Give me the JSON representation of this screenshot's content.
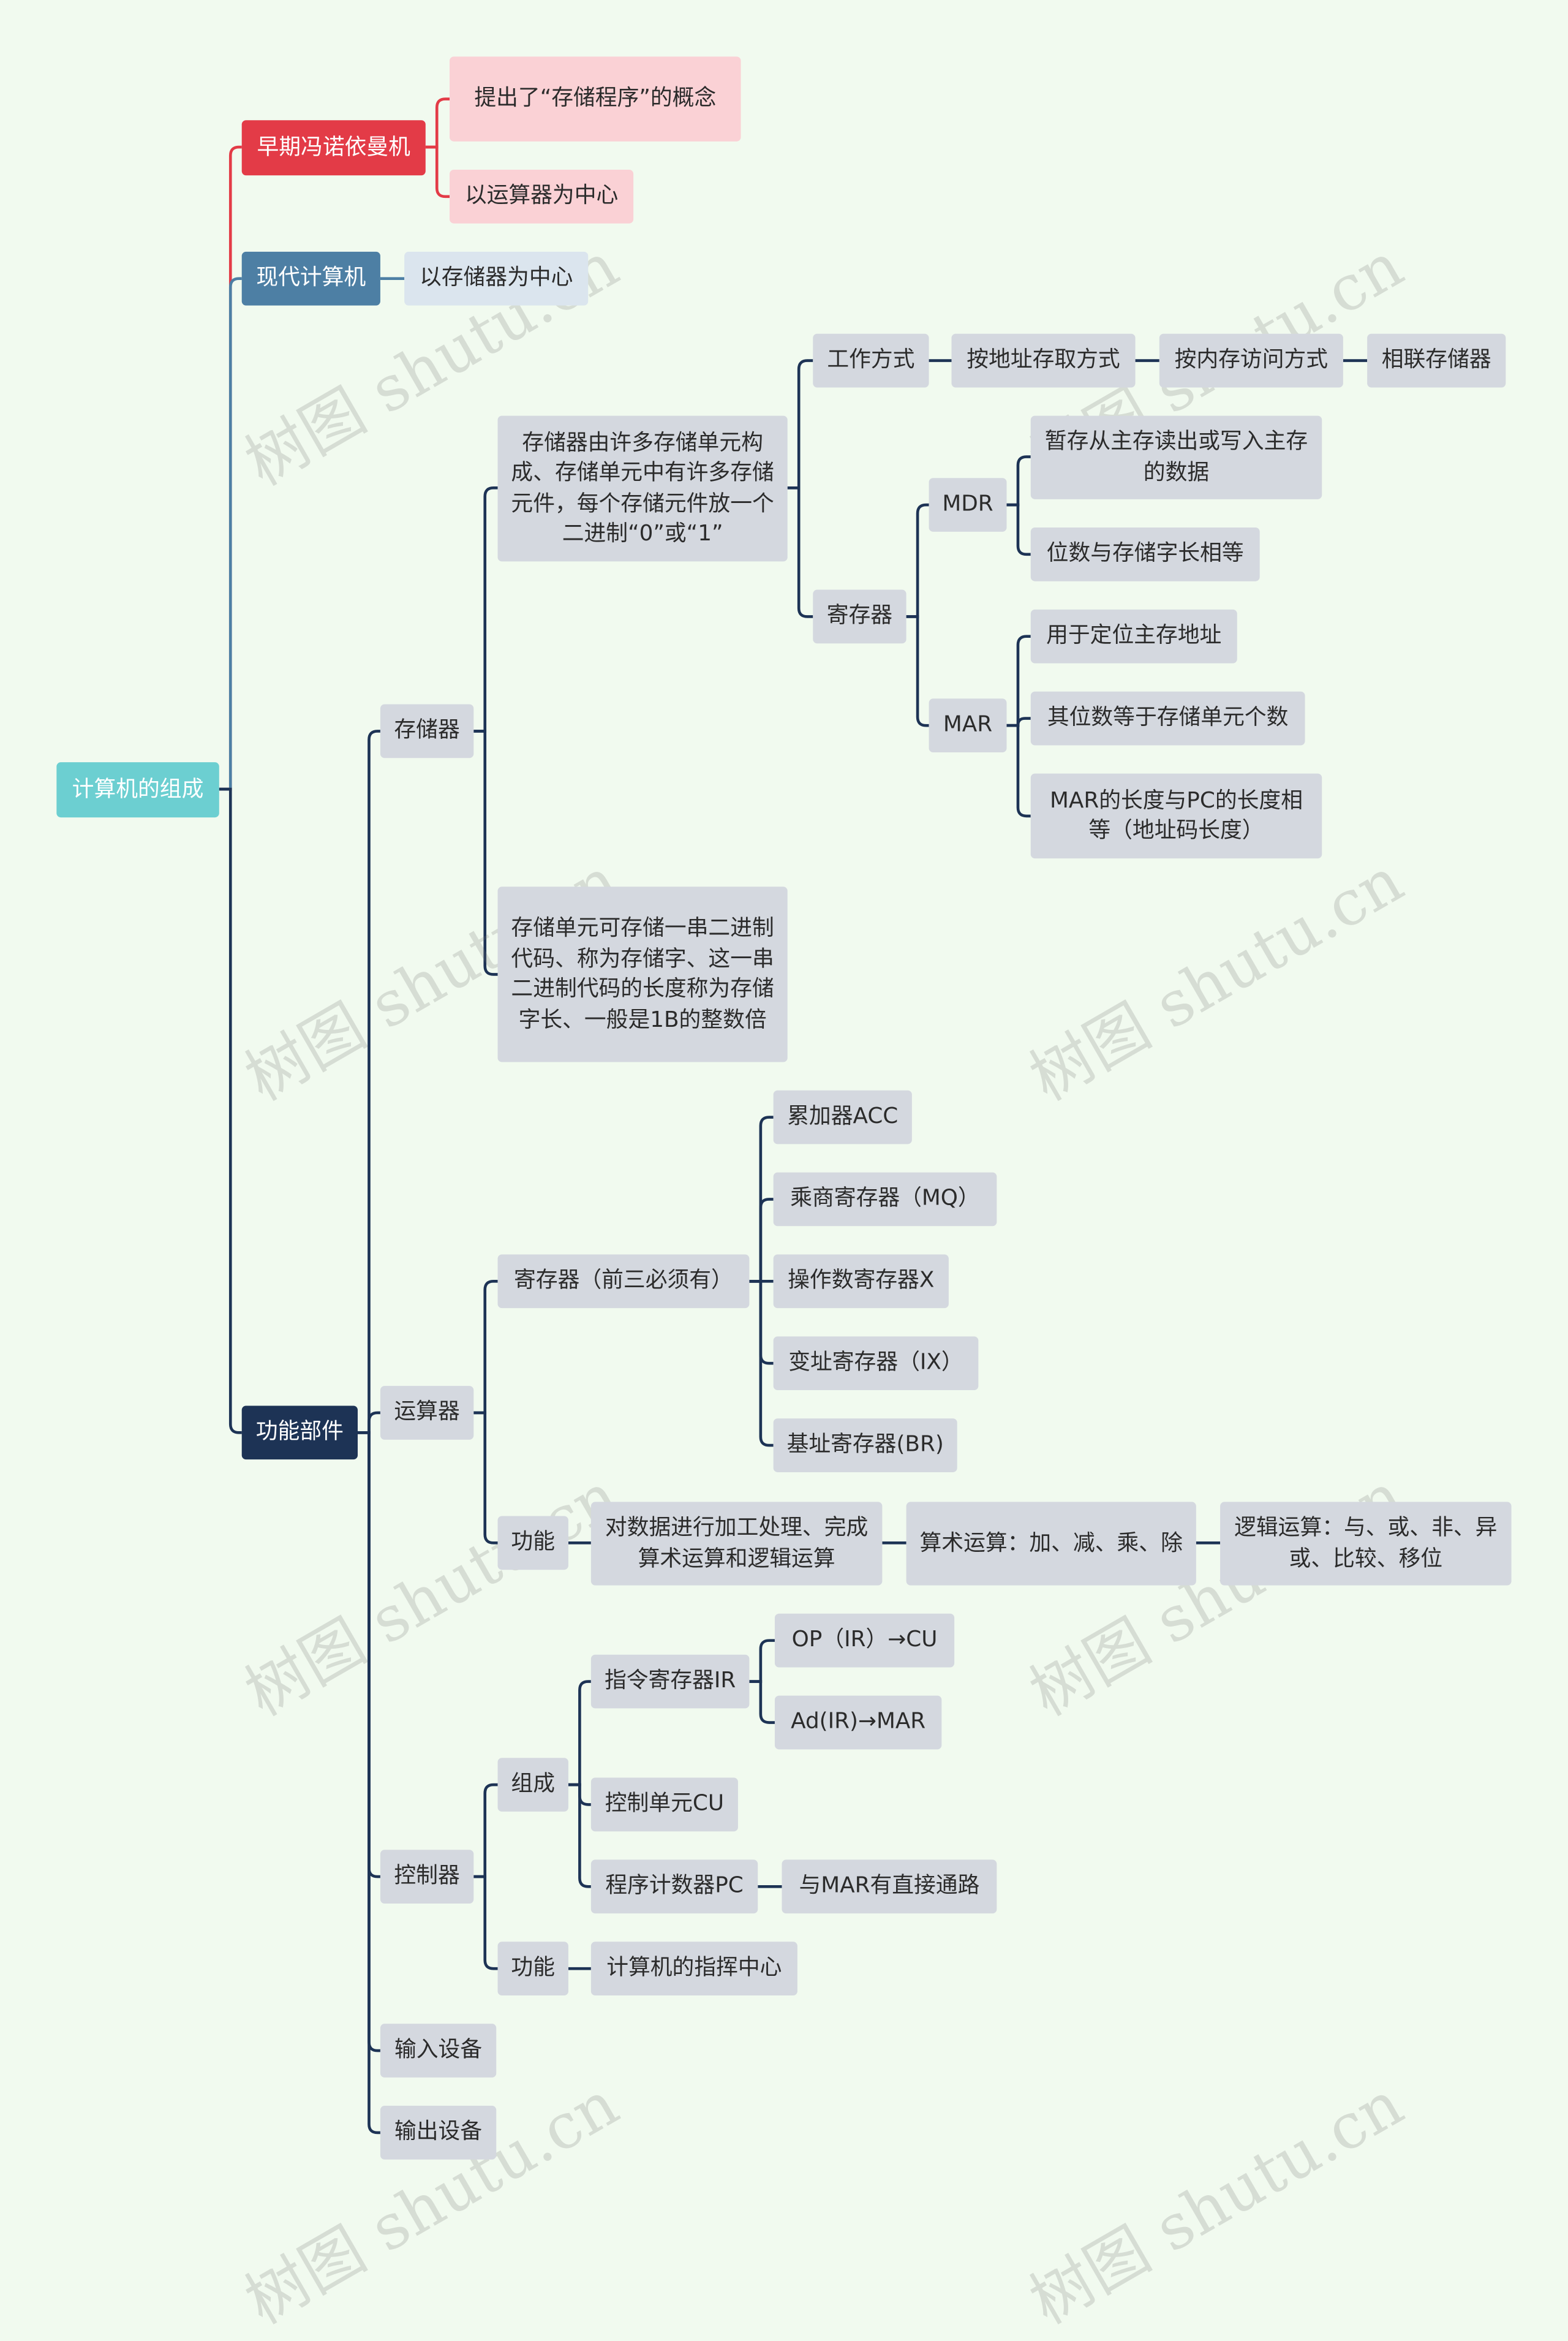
{
  "root": "计算机的组成",
  "early": {
    "label": "早期冯诺依曼机",
    "items": [
      "提出了“存储程序”的概念",
      "以运算器为中心"
    ]
  },
  "modern": {
    "label": "现代计算机",
    "item": "以存储器为中心"
  },
  "functional": {
    "label": "功能部件",
    "memory": {
      "label": "存储器",
      "desc1": "存储器由许多存储单元构成、存储单元中有许多存储元件，每个存储元件放一个二进制“0”或“1”",
      "work_mode": "工作方式",
      "work_chain": [
        "按地址存取方式",
        "按内存访问方式",
        "相联存储器"
      ],
      "registers": "寄存器",
      "mdr": "MDR",
      "mdr_items": [
        "暂存从主存读出或写入主存的数据",
        "位数与存储字长相等"
      ],
      "mar": "MAR",
      "mar_items": [
        "用于定位主存地址",
        "其位数等于存储单元个数",
        "MAR的长度与PC的长度相等（地址码长度）"
      ],
      "desc2": "存储单元可存储一串二进制代码、称为存储字、这一串二进制代码的长度称为存储字长、一般是1B的整数倍"
    },
    "alu": {
      "label": "运算器",
      "registers": "寄存器（前三必须有）",
      "register_items": [
        "累加器ACC",
        "乘商寄存器（MQ）",
        "操作数寄存器X",
        "变址寄存器（IX）",
        "基址寄存器(BR)"
      ],
      "function": "功能",
      "function_chain": [
        "对数据进行加工处理、完成算术运算和逻辑运算",
        "算术运算：加、减、乘、除",
        "逻辑运算：与、或、非、异或、比较、移位"
      ]
    },
    "controller": {
      "label": "控制器",
      "composition": "组成",
      "ir": "指令寄存器IR",
      "ir_items": [
        "OP（IR）→CU",
        "Ad(IR)→MAR"
      ],
      "cu": "控制单元CU",
      "pc": "程序计数器PC",
      "pc_item": "与MAR有直接通路",
      "function": "功能",
      "function_item": "计算机的指挥中心"
    },
    "input": "输入设备",
    "output": "输出设备"
  },
  "watermark": "树图 shutu.cn",
  "colors": {
    "background": "#f1faef",
    "root": "#6ccfd1",
    "early": "#e33b47",
    "early_light": "#fad1d5",
    "modern": "#4d7fa4",
    "modern_light": "#dbe5ee",
    "functional": "#1d3355",
    "node_gray": "#d4d8df",
    "line_dark": "#1d3355"
  }
}
